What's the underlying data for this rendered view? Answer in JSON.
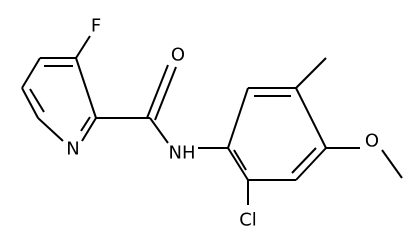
{
  "molecule": {
    "atoms": {
      "fluorine": "F",
      "carbonyl_oxygen": "O",
      "pyridine_nitrogen": "N",
      "amide_nh": "NH",
      "methoxy_oxygen": "O",
      "chlorine": "Cl"
    }
  }
}
